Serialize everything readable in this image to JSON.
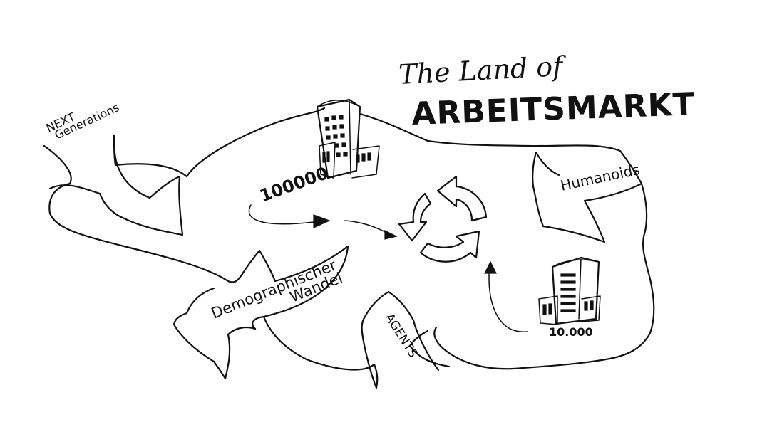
{
  "title": {
    "line1": "The Land of",
    "line2": "ARBEITSMARKT"
  },
  "labels": {
    "next_generations_line1": "NEXT",
    "next_generations_line2": "Generations",
    "humanoids": "Humanoids",
    "demographic_line1": "Demographischer",
    "demographic_line2": "Wandel",
    "agents": "AGENTS"
  },
  "buildings": {
    "left_count": "100000",
    "right_count": "10.000"
  },
  "colors": {
    "ink": "#111111",
    "paper": "#ffffff"
  }
}
